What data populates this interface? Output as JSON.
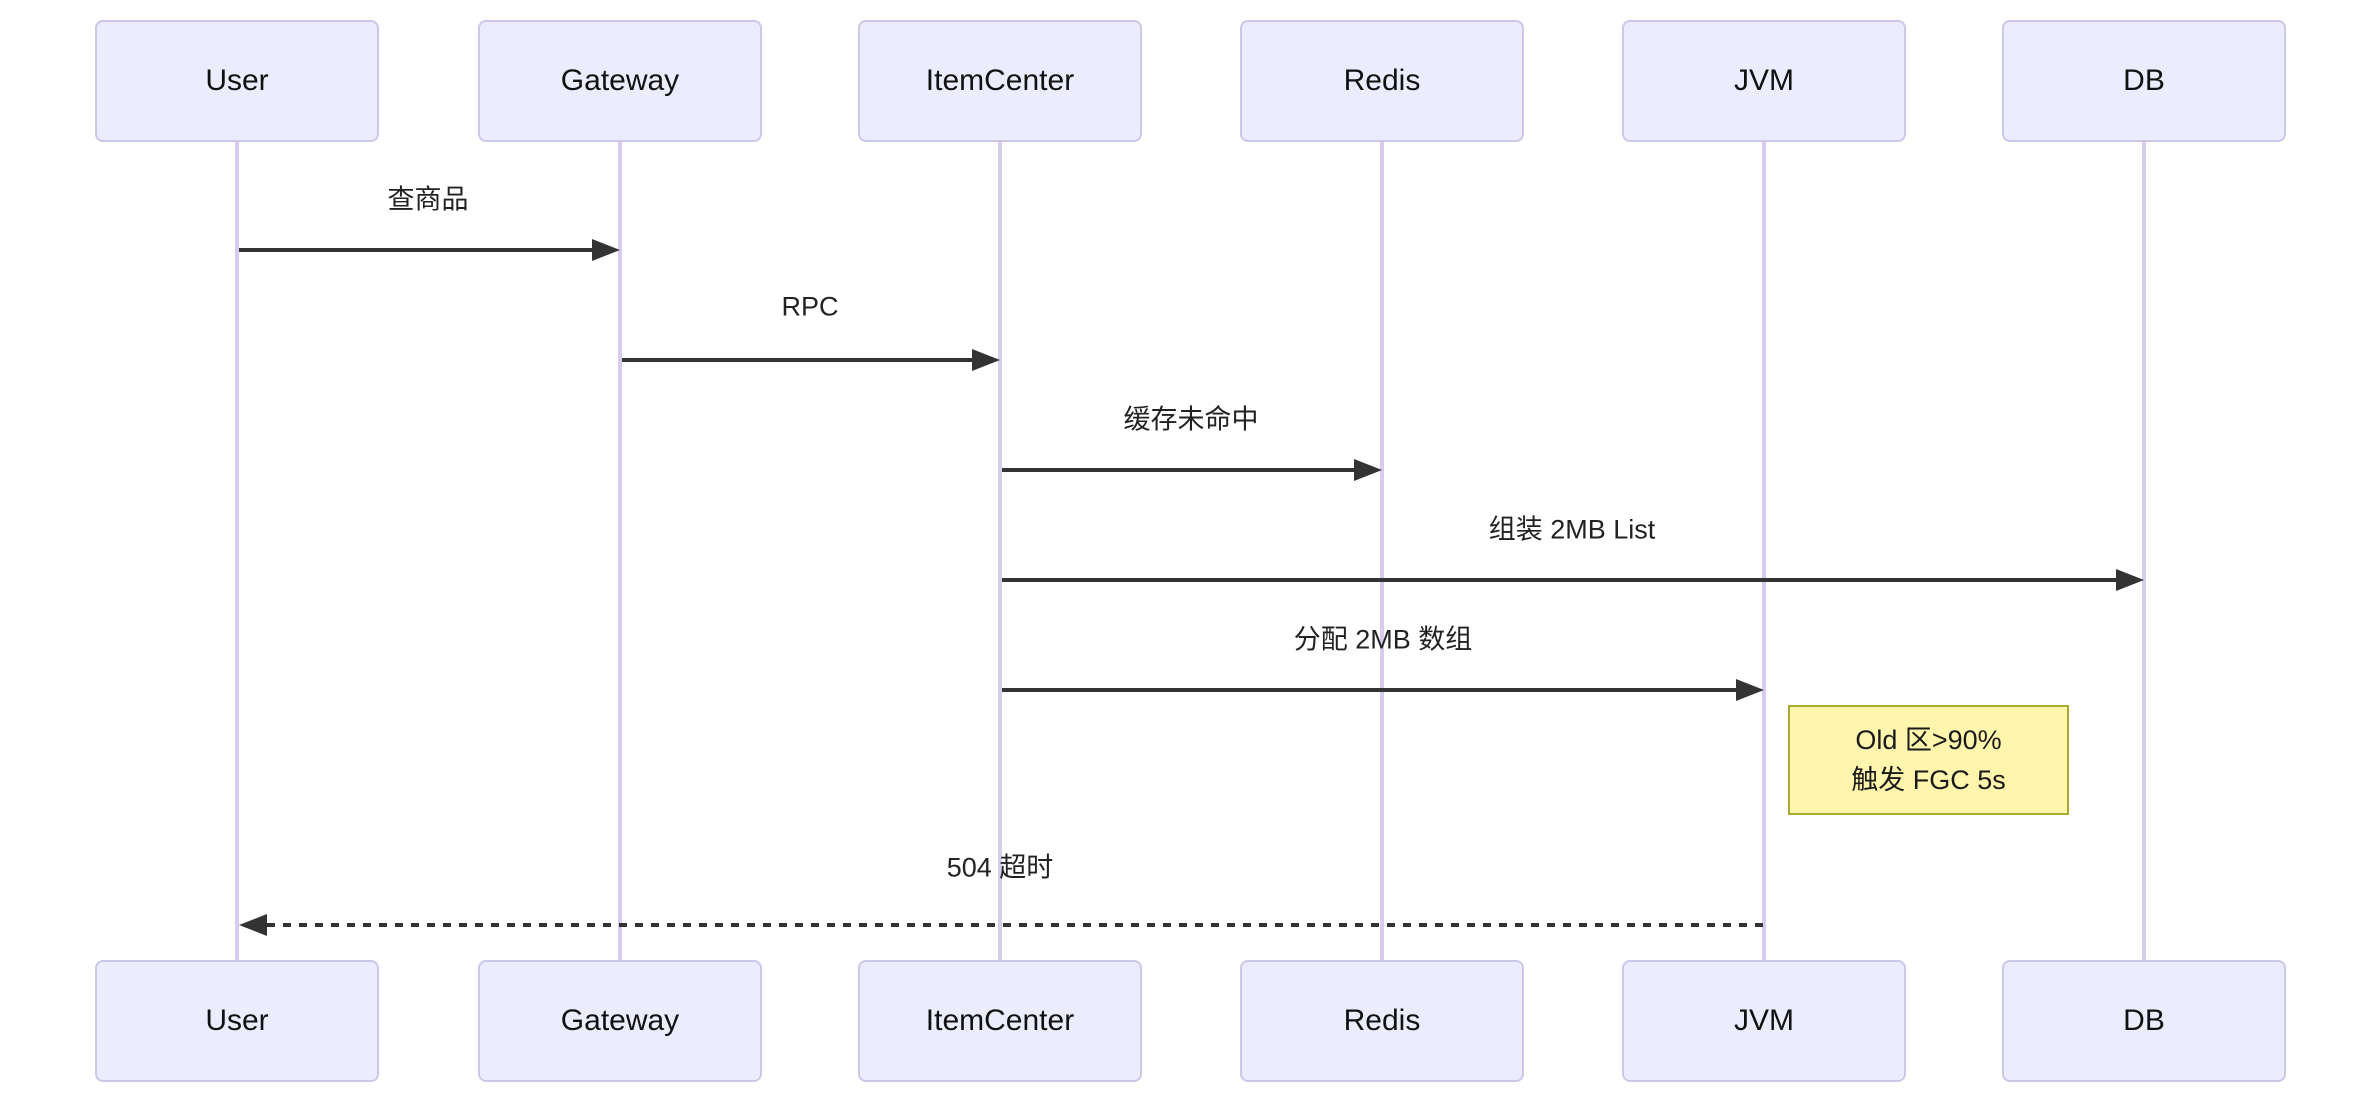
{
  "diagram": {
    "type": "sequence-diagram",
    "actors": [
      {
        "name": "User"
      },
      {
        "name": "Gateway"
      },
      {
        "name": "ItemCenter"
      },
      {
        "name": "Redis"
      },
      {
        "name": "JVM"
      },
      {
        "name": "DB"
      }
    ],
    "messages": [
      {
        "from": "User",
        "to": "Gateway",
        "label": "查商品",
        "line": "solid"
      },
      {
        "from": "Gateway",
        "to": "ItemCenter",
        "label": "RPC",
        "line": "solid"
      },
      {
        "from": "ItemCenter",
        "to": "Redis",
        "label": "缓存未命中",
        "line": "solid"
      },
      {
        "from": "ItemCenter",
        "to": "DB",
        "label": "组装 2MB List",
        "line": "solid"
      },
      {
        "from": "ItemCenter",
        "to": "JVM",
        "label": "分配 2MB 数组",
        "line": "solid"
      },
      {
        "from": "JVM",
        "to": "User",
        "label": "504 超时",
        "line": "dashed"
      }
    ],
    "note": {
      "attached_to": "JVM",
      "position": "right-of",
      "lines": [
        "Old 区>90%",
        "触发 FGC 5s"
      ]
    },
    "colors": {
      "actor_fill": "#ECECFF",
      "actor_border": "#CCC6E8",
      "lifeline": "#D8CCEE",
      "note_fill": "#FFF5AD",
      "note_border": "#AAAA33",
      "message_line": "#333333"
    }
  }
}
